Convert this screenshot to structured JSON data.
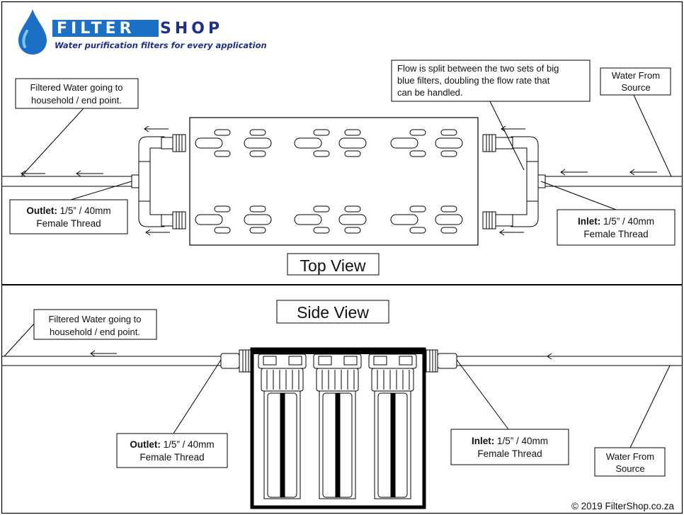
{
  "brand": {
    "name_part1": "FILTER",
    "name_part2": "SHOP",
    "tagline": "Water purification filters for every application",
    "colors": {
      "blue": "#1b6fc4",
      "navy": "#1f2f8a",
      "drop_light": "#7fc4f0"
    }
  },
  "top_view": {
    "title": "Top View",
    "filtered_label": [
      "Filtered Water going to",
      "household / end point."
    ],
    "outlet": {
      "bold": "Outlet:",
      "rest": " 1/5” / 40mm",
      "line2": "Female Thread"
    },
    "inlet": {
      "bold": "Inlet:",
      "rest": " 1/5” / 40mm",
      "line2": "Female Thread"
    },
    "source_label": [
      "Water From",
      "Source"
    ],
    "flow_note": [
      "Flow is split between the two sets of big",
      "blue filters, doubling the flow rate that",
      "can be handled."
    ]
  },
  "side_view": {
    "title": "Side View",
    "filtered_label": [
      "Filtered Water going to",
      "household / end point."
    ],
    "outlet": {
      "bold": "Outlet:",
      "rest": " 1/5” / 40mm",
      "line2": "Female Thread"
    },
    "inlet": {
      "bold": "Inlet:",
      "rest": " 1/5” / 40mm",
      "line2": "Female Thread"
    },
    "source_label": [
      "Water From",
      "Source"
    ]
  },
  "copyright": "© 2019 FilterShop.co.za"
}
